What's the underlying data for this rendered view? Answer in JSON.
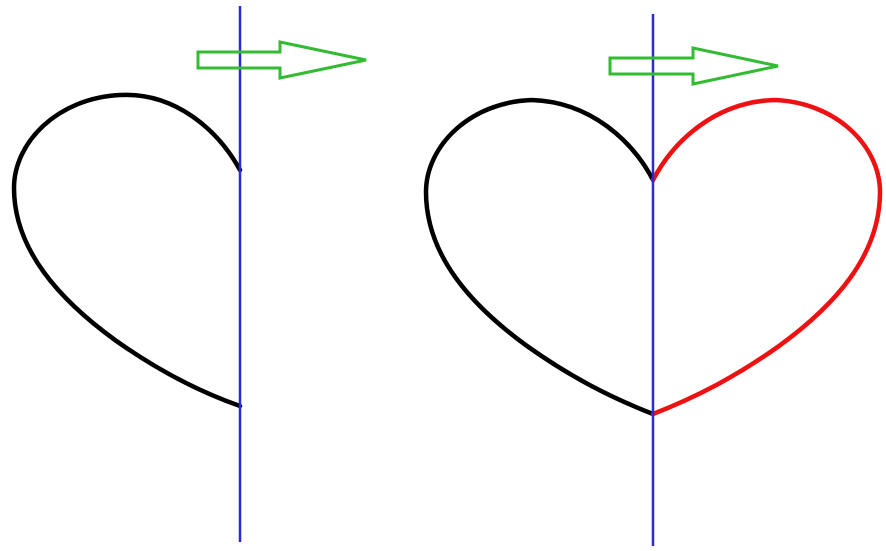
{
  "diagram": {
    "panels": [
      {
        "id": "half-heart",
        "halves": [
          "left"
        ]
      },
      {
        "id": "full-heart",
        "halves": [
          "left",
          "mirrored-right"
        ]
      }
    ],
    "shift_direction": "right",
    "colors": {
      "original_curve": "#000000",
      "mirrored_curve": "#ee1111",
      "axis_line": "#2a2ad8",
      "arrow_outline": "#33bb33",
      "background": "#ffffff"
    },
    "icons": {
      "arrow": "right-arrow-icon"
    }
  }
}
